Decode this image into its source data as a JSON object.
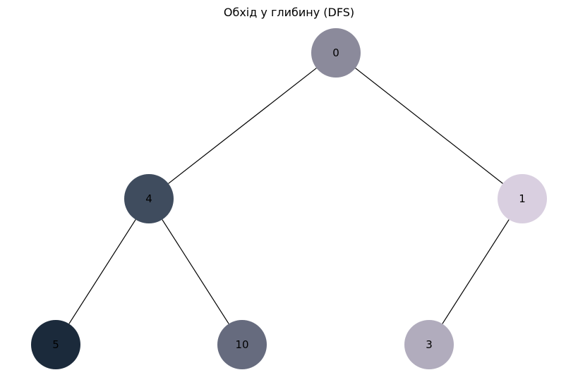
{
  "title": "Обхід у глибину (DFS)",
  "nodes": [
    {
      "id": "n0",
      "label": "0",
      "color": "#8b8a9b"
    },
    {
      "id": "n4",
      "label": "4",
      "color": "#3f4c5e"
    },
    {
      "id": "n1",
      "label": "1",
      "color": "#d9cfe0"
    },
    {
      "id": "n5",
      "label": "5",
      "color": "#1b2a3b"
    },
    {
      "id": "n10",
      "label": "10",
      "color": "#666b7e"
    },
    {
      "id": "n3",
      "label": "3",
      "color": "#b1acbd"
    }
  ],
  "edges": [
    {
      "from": "n0",
      "to": "n4"
    },
    {
      "from": "n0",
      "to": "n1"
    },
    {
      "from": "n4",
      "to": "n5"
    },
    {
      "from": "n4",
      "to": "n10"
    },
    {
      "from": "n1",
      "to": "n3"
    }
  ]
}
